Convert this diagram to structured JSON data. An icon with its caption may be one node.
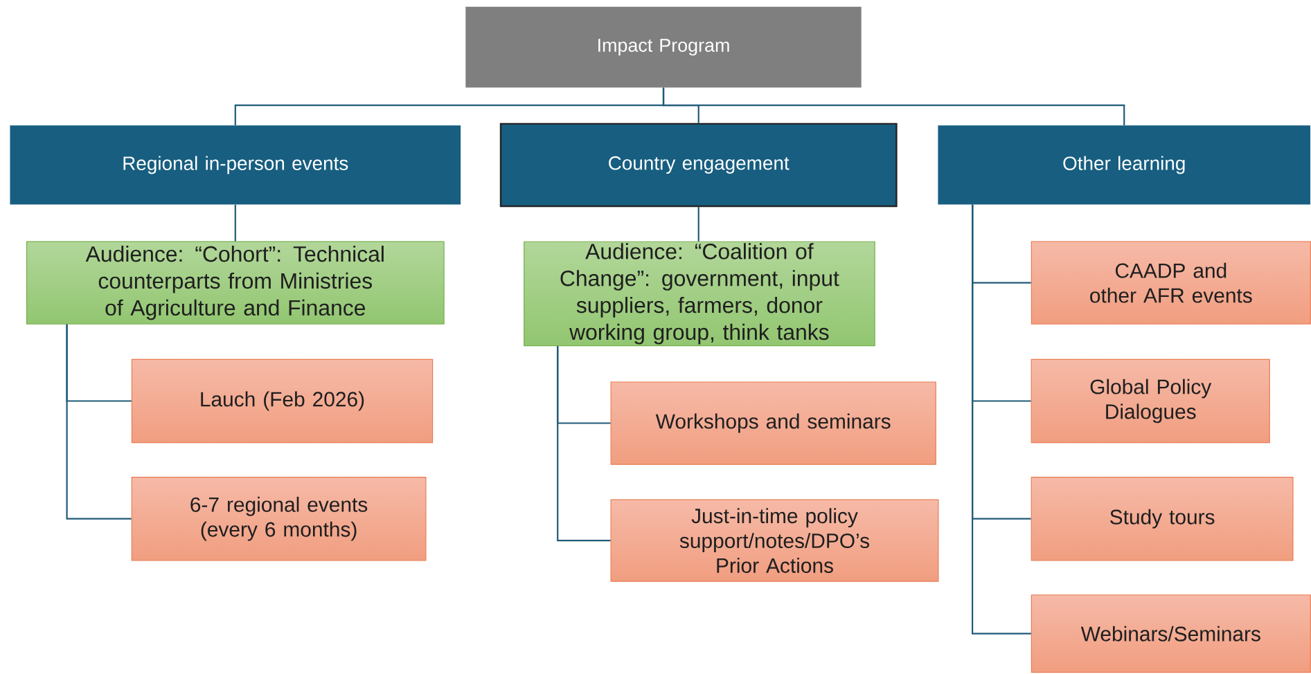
{
  "diagram": {
    "nodes": [
      {
        "text": [
          "Impact Program"
        ]
      },
      {
        "text": [
          "Regional in-person events"
        ]
      },
      {
        "text": [
          "Country engagement"
        ]
      },
      {
        "text": [
          "Other learning"
        ]
      },
      {
        "text": [
          "Audience: “Cohort”: Technical counterparts from Ministries of Agriculture and Finance"
        ]
      },
      {
        "text": [
          "Lauch (Feb 2026)"
        ]
      },
      {
        "text": [
          "6-7 regional events (every 6 months)"
        ]
      },
      {
        "text": [
          "Audience: “Coalition of Change”: government, input suppliers, farmers, donor working group, think tanks"
        ]
      },
      {
        "text": [
          "Workshops and seminars"
        ]
      },
      {
        "text": [
          "Just-in-time policy support/notes/DPO’s Prior Actions"
        ]
      },
      {
        "text": [
          "CAADP and other AFR events"
        ]
      },
      {
        "text": [
          "Global Policy Dialogues"
        ]
      },
      {
        "text": [
          "Study tours"
        ]
      },
      {
        "text": [
          "Webinars/Seminars"
        ]
      }
    ],
    "edges": [
      {
        "from": 0,
        "to": 1,
        "arrow": "none"
      },
      {
        "from": 0,
        "to": 2,
        "arrow": "none"
      },
      {
        "from": 0,
        "to": 3,
        "arrow": "none"
      },
      {
        "from": 1,
        "to": 4,
        "arrow": "none"
      },
      {
        "from": 4,
        "to": 5,
        "arrow": "none"
      },
      {
        "from": 4,
        "to": 6,
        "arrow": "none"
      },
      {
        "from": 2,
        "to": 7,
        "arrow": "none"
      },
      {
        "from": 7,
        "to": 8,
        "arrow": "none"
      },
      {
        "from": 7,
        "to": 9,
        "arrow": "none"
      },
      {
        "from": 3,
        "to": 10,
        "arrow": "none"
      },
      {
        "from": 3,
        "to": 11,
        "arrow": "none"
      },
      {
        "from": 3,
        "to": 12,
        "arrow": "none"
      },
      {
        "from": 3,
        "to": 13,
        "arrow": "none"
      }
    ]
  }
}
